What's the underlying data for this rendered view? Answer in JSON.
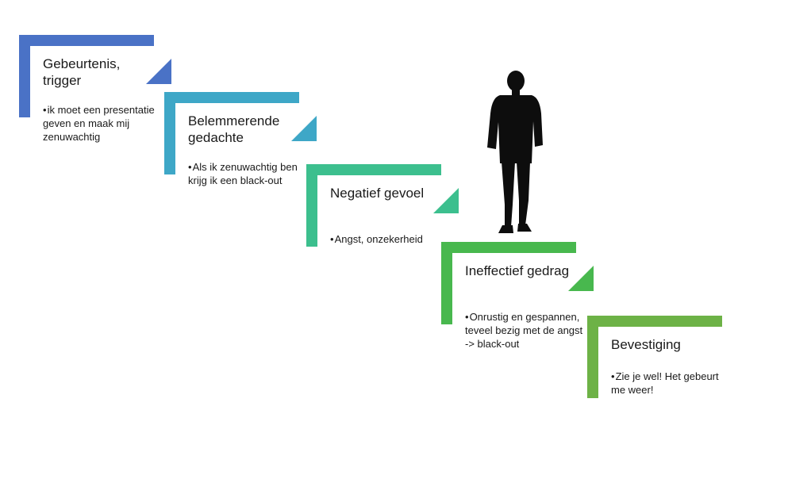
{
  "steps": [
    {
      "title": "Gebeurtenis, trigger",
      "bullet": "•",
      "description": "ik moet een presentatie geven en maak mij zenuwachtig",
      "color": "#4a72c6"
    },
    {
      "title": "Belemmerende gedachte",
      "bullet": "•",
      "description": "Als ik zenuwachtig ben krijg ik een black-out",
      "color": "#3ea7c7"
    },
    {
      "title": "Negatief gevoel",
      "bullet": "•",
      "description": "Angst, onzekerheid",
      "color": "#3cbf8e"
    },
    {
      "title": "Ineffectief gedrag",
      "bullet": "•",
      "description": "Onrustig en gespannen, teveel bezig met de angst -> black-out",
      "color": "#48b84e"
    },
    {
      "title": "Bevestiging",
      "bullet": "•",
      "description": "Zie je wel! Het gebeurt me weer!",
      "color": "#6db246"
    }
  ],
  "figure": {
    "icon": "walking-person-icon",
    "color": "#0d0d0d"
  }
}
